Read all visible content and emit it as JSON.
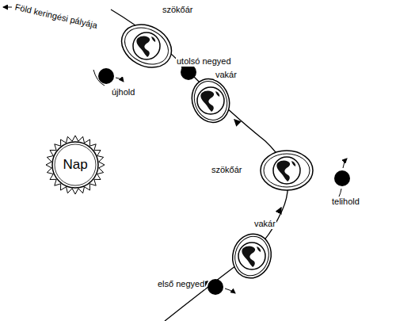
{
  "diagram": {
    "nodes": [
      {
        "text": [
          "Nap"
        ]
      }
    ],
    "labels": [
      "Föld keringési pályája",
      "szökőár",
      "utolsó negyed",
      "vakár",
      "újhold",
      "szökőár",
      "telihold",
      "vakár",
      "első negyed"
    ]
  }
}
